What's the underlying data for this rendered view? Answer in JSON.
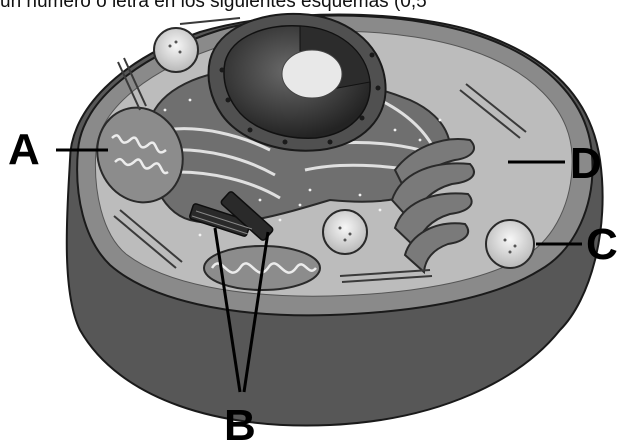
{
  "header_text": "un número o letra en los siguientes esquemas (0,5",
  "labels": {
    "a": "A",
    "b": "B",
    "c": "C",
    "d": "D"
  },
  "colors": {
    "outline": "#1a1a1a",
    "membrane": "#6e6e6e",
    "cytoplasm": "#b9b9b9",
    "nucleus": "#3c3c3c",
    "nucleolus": "#e8e8e8"
  }
}
